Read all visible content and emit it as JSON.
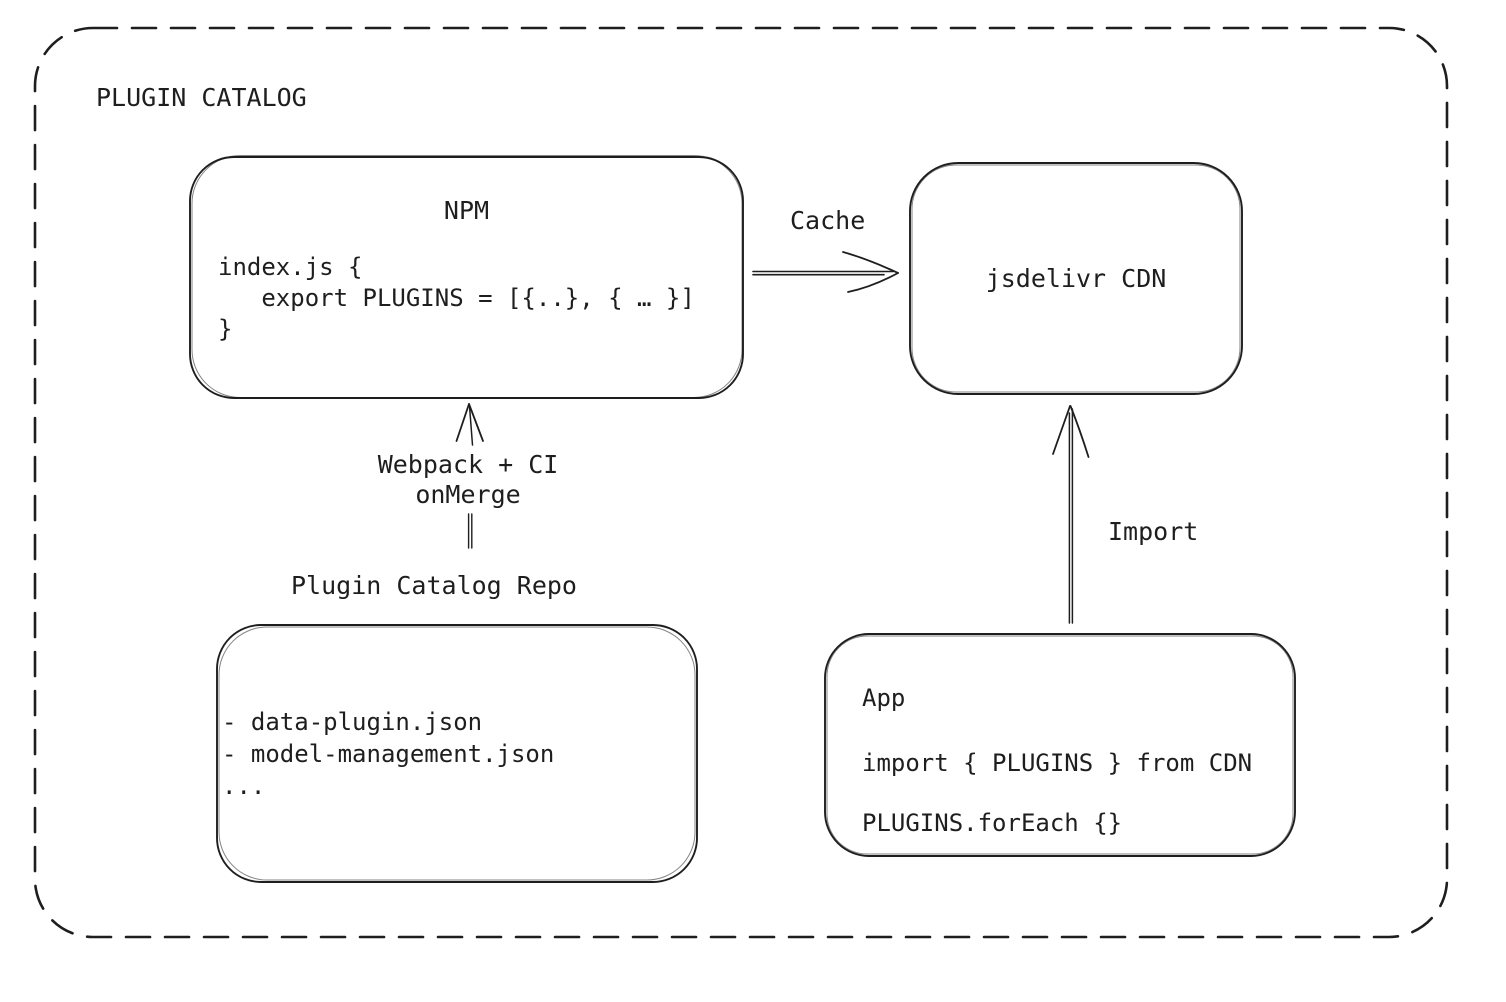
{
  "diagram": {
    "title": "PLUGIN CATALOG",
    "colors": {
      "stroke": "#1e1e1e",
      "background": "#ffffff"
    },
    "nodes": {
      "npm": {
        "title": "NPM",
        "code": [
          "index.js {",
          "   export PLUGINS = [{..}, { … }]",
          "}"
        ]
      },
      "cdn": {
        "label": "jsdelivr CDN"
      },
      "repo": {
        "label": "Plugin Catalog Repo",
        "files": [
          "- data-plugin.json",
          "- model-management.json",
          "..."
        ]
      },
      "app": {
        "title": "App",
        "line_import": "import { PLUGINS } from CDN",
        "line_foreach": "PLUGINS.forEach {}"
      }
    },
    "edges": {
      "cache": {
        "label": "Cache"
      },
      "build": {
        "label": [
          "Webpack + CI",
          "onMerge"
        ]
      },
      "import": {
        "label": "Import"
      }
    }
  }
}
